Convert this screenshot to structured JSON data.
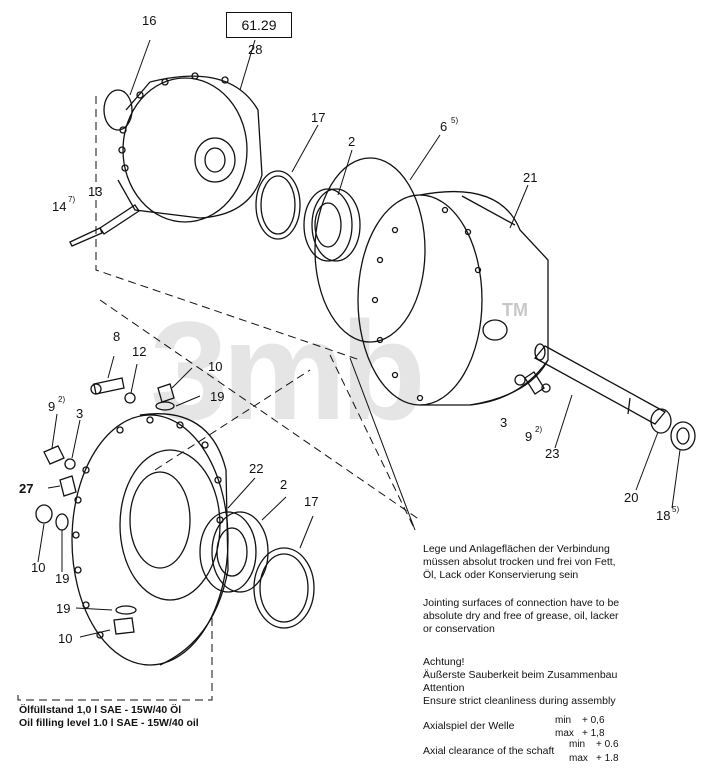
{
  "diagram": {
    "ref_number": "61.29",
    "watermark": "3mb",
    "watermark_mark": "TM",
    "part_labels": [
      {
        "id": "p16",
        "text": "16"
      },
      {
        "id": "p28",
        "text": "28"
      },
      {
        "id": "p17a",
        "text": "17"
      },
      {
        "id": "p2a",
        "text": "2"
      },
      {
        "id": "p6",
        "text": "6",
        "sup": "5)"
      },
      {
        "id": "p21",
        "text": "21"
      },
      {
        "id": "p13",
        "text": "13"
      },
      {
        "id": "p14",
        "text": "14",
        "sup": "7)"
      },
      {
        "id": "p8",
        "text": "8"
      },
      {
        "id": "p12",
        "text": "12"
      },
      {
        "id": "p10a",
        "text": "10"
      },
      {
        "id": "p19a",
        "text": "19"
      },
      {
        "id": "p9a",
        "text": "9",
        "sup": "2)"
      },
      {
        "id": "p3a",
        "text": "3"
      },
      {
        "id": "p22",
        "text": "22"
      },
      {
        "id": "p27",
        "text": "27"
      },
      {
        "id": "p2b",
        "text": "2"
      },
      {
        "id": "p17b",
        "text": "17"
      },
      {
        "id": "p10b",
        "text": "10"
      },
      {
        "id": "p19b",
        "text": "19"
      },
      {
        "id": "p19c",
        "text": "19"
      },
      {
        "id": "p10c",
        "text": "10"
      },
      {
        "id": "p3b",
        "text": "3"
      },
      {
        "id": "p9b",
        "text": "9",
        "sup": "2)"
      },
      {
        "id": "p23",
        "text": "23"
      },
      {
        "id": "p20",
        "text": "20"
      },
      {
        "id": "p18",
        "text": "18",
        "sup": "5)"
      }
    ]
  },
  "notes": {
    "sealing_de_1": "Lege und Anlageflächen der Verbindung",
    "sealing_de_2": "müssen absolut trocken und frei von Fett,",
    "sealing_de_3": "Öl, Lack oder Konservierung sein",
    "sealing_en_1": "Jointing surfaces of connection have to be",
    "sealing_en_2": "absolute dry and free of grease, oil, lacker",
    "sealing_en_3": "or conservation",
    "caution_de": "Achtung!",
    "cleanliness_de": "Äußerste Sauberkeit beim Zusammenbau",
    "caution_en": "Attention",
    "cleanliness_en": "Ensure strict cleanliness during assembly",
    "axial_de": "Axialspiel der Welle",
    "axial_en": "Axial clearance of the schaft",
    "min_label": "min",
    "max_label": "max",
    "min_value": "+ 0,6",
    "max_value": "+ 1,8",
    "min_value_en": "+ 0.6",
    "max_value_en": "+ 1.8"
  },
  "oil": {
    "de": "Ölfüllstand  1,0 l SAE - 15W/40 Öl",
    "en": "Oil filling level  1.0 l SAE - 15W/40 oil"
  }
}
